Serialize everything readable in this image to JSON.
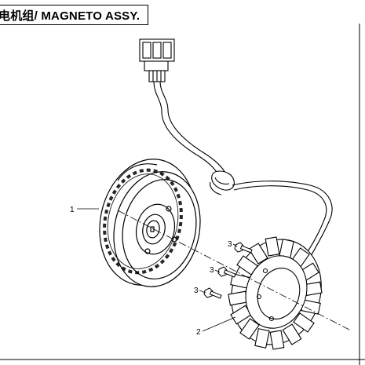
{
  "title": "电机组/ MAGNETO ASSY.",
  "callouts": {
    "flywheel": "1",
    "stator": "2",
    "bolt_a": "3",
    "bolt_b": "3",
    "bolt_c": "3"
  }
}
